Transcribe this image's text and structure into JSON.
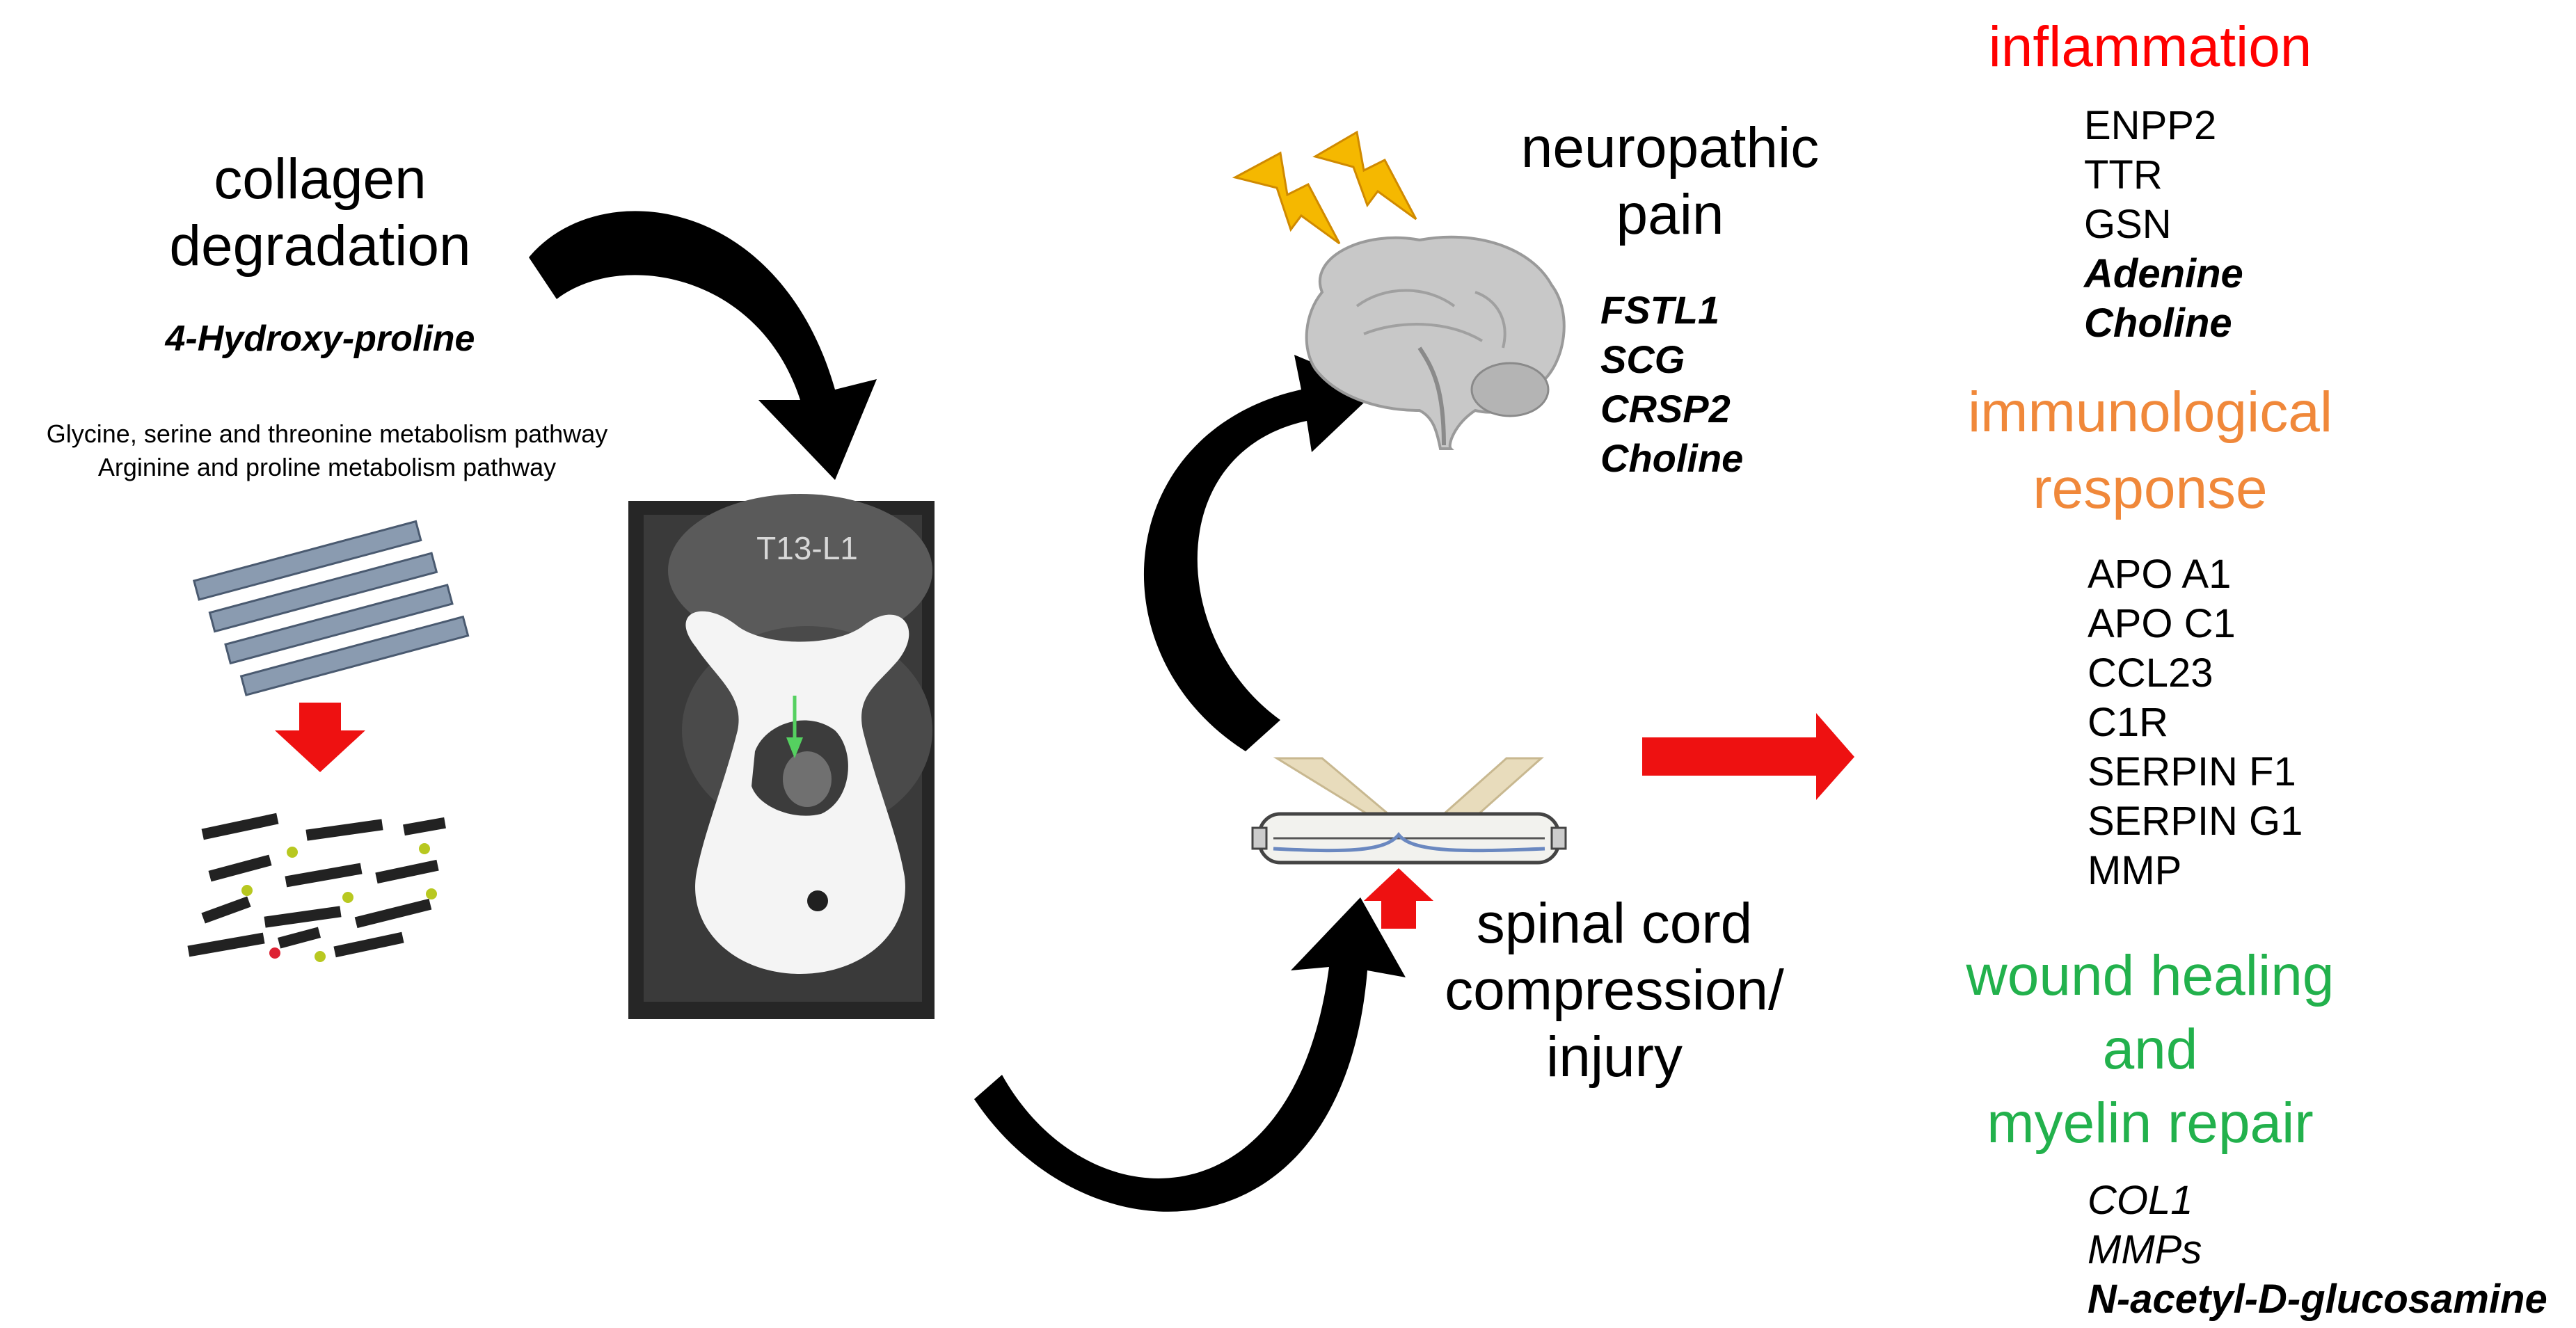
{
  "collagen": {
    "title_lines": [
      "collagen",
      "degradation"
    ],
    "metabolite": "4-Hydroxy-proline",
    "pathways": [
      "Glycine, serine and threonine metabolism pathway",
      "Arginine and proline metabolism pathway"
    ]
  },
  "ct_scan": {
    "label": "T13-L1"
  },
  "pain": {
    "title_lines": [
      "neuropathic",
      "pain"
    ],
    "markers": [
      "FSTL1",
      "SCG",
      "CRSP2",
      "Choline"
    ]
  },
  "injury": {
    "title_lines": [
      "spinal cord",
      "compression/",
      "injury"
    ]
  },
  "inflammation": {
    "title": "inflammation",
    "color": "#ff0000",
    "items": [
      "ENPP2",
      "TTR",
      "GSN"
    ],
    "bold_items": [
      "Adenine",
      "Choline"
    ]
  },
  "immune": {
    "title_lines": [
      "immunological",
      "response"
    ],
    "color": "#f0883a",
    "items": [
      "APO A1",
      "APO C1",
      "CCL23",
      "C1R",
      "SERPIN F1",
      "SERPIN G1",
      "MMP"
    ]
  },
  "wound": {
    "title_lines": [
      "wound healing",
      "and",
      "myelin repair"
    ],
    "color": "#22b14c",
    "italic_items": [
      "COL1",
      "MMPs"
    ],
    "bold_item": "N-acetyl-D-glucosamine"
  },
  "icons": {
    "lightning": "lightning-bolt-icon",
    "brain": "brain-icon",
    "arrows": "curved-arrow-icon",
    "red_arrow": "red-arrow-icon"
  }
}
